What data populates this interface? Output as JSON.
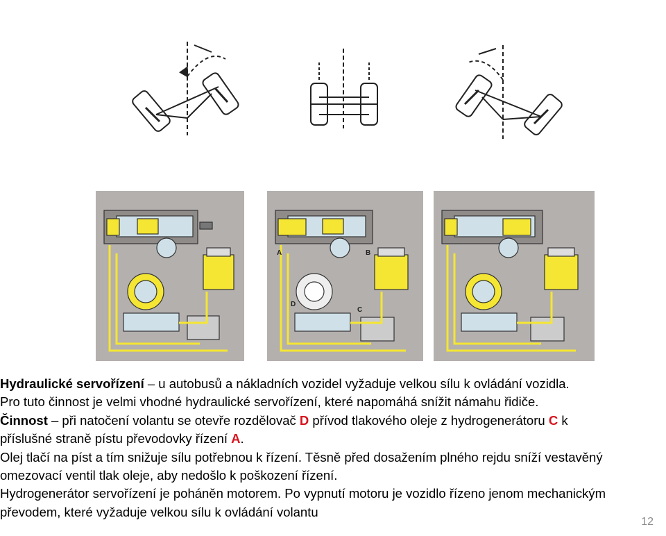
{
  "colors": {
    "accent_red": "#d8141e",
    "hydraulic_yellow": "#f4e632",
    "panel_grey": "#b4b0ae",
    "page_number": "#8c8c8c"
  },
  "figures": {
    "steering_geometry": [
      {
        "state": "left-turn"
      },
      {
        "state": "straight"
      },
      {
        "state": "right-turn"
      }
    ],
    "schematics": [
      {
        "labels": []
      },
      {
        "labels": [
          "A",
          "B",
          "C",
          "D"
        ]
      },
      {
        "labels": []
      }
    ]
  },
  "text": {
    "line1": {
      "term": "Hydraulické servořízení",
      "rest": " – u autobusů a nákladních vozidel vyžaduje velkou sílu k ovládání vozidla."
    },
    "line2": "Pro tuto činnost je velmi vhodné hydraulické servořízení, které napomáhá snížit námahu řidiče.",
    "line3": {
      "term": "Činnost",
      "part1": " – při natočení volantu se otevře rozdělovač ",
      "label_d": "D",
      "part2": " přívod tlakového oleje z hydrogenerátoru ",
      "label_c": "C",
      "part3": " k"
    },
    "line4": {
      "part1": "příslušné straně pístu převodovky řízení ",
      "label_a": "A",
      "part2": "."
    },
    "line5": "Olej tlačí na píst a tím snižuje sílu potřebnou k řízení. Těsně před dosažením plného rejdu sníží vestavěný",
    "line6": "omezovací ventil tlak oleje, aby nedošlo k poškození řízení.",
    "line7": "Hydrogenerátor servořízení je poháněn motorem. Po vypnutí motoru je vozidlo řízeno jenom mechanickým",
    "line8": "převodem, které vyžaduje velkou sílu k ovládání volantu"
  },
  "page_number": "12"
}
